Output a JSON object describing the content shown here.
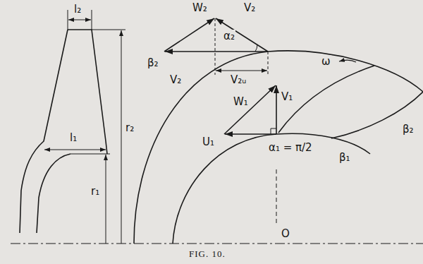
{
  "diagram": {
    "caption": "FIG. 10.",
    "labels": [
      "l₂",
      "l₁",
      "r₂",
      "r₁",
      "W₂",
      "V₂",
      "α₂",
      "β₂",
      "V₂",
      "V₂ᵤ",
      "ω",
      "W₁",
      "V₁",
      "U₁",
      "α₁ = π/2",
      "β₂",
      "β₁",
      "O"
    ]
  }
}
